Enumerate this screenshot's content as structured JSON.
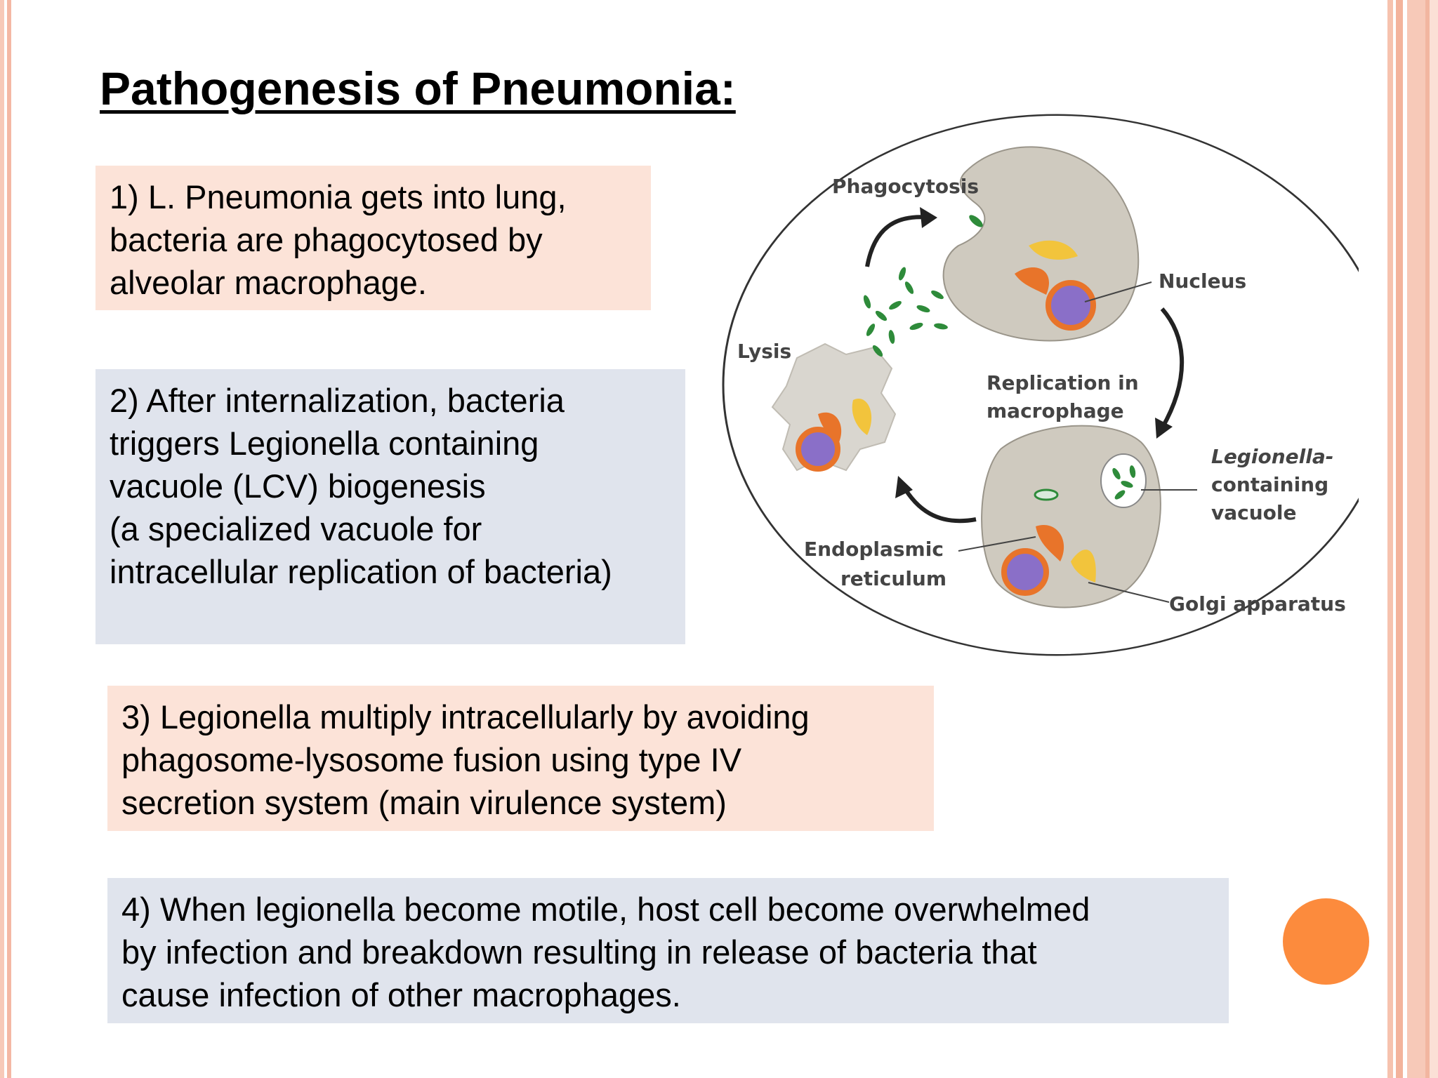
{
  "slide": {
    "title": "Pathogenesis of Pneumonia:",
    "points": [
      "1) L. Pneumonia gets into lung,\nbacteria are phagocytosed  by\nalveolar macrophage.",
      "2) After internalization, bacteria\ntriggers Legionella containing\nvacuole (LCV) biogenesis\n(a specialized vacuole for\nintracellular replication of bacteria)",
      "3) Legionella multiply intracellularly by avoiding\nphagosome-lysosome fusion using type IV\nsecretion system (main virulence system)",
      "4) When legionella become motile, host cell become overwhelmed\nby infection and breakdown resulting in release of bacteria that\ncause infection of other macrophages."
    ]
  },
  "diagram": {
    "labels": {
      "phagocytosis": "Phagocytosis",
      "nucleus": "Nucleus",
      "lysis": "Lysis",
      "replication_line1": "Replication in",
      "replication_line2": "macrophage",
      "lcv_line1": "Legionella-",
      "lcv_line2": "containing",
      "lcv_line3": "vacuole",
      "er_line1": "Endoplasmic",
      "er_line2": "reticulum",
      "golgi": "Golgi apparatus"
    }
  },
  "colors": {
    "peach_box": "#fce3d8",
    "grey_box": "#e0e4ed",
    "accent_dot": "#fc8b3d",
    "cell": "#cfcabf",
    "nucleus": "#8a6fc8",
    "bacteria": "#2e8b3a",
    "er": "#e8742a",
    "golgi": "#f2c43c"
  }
}
